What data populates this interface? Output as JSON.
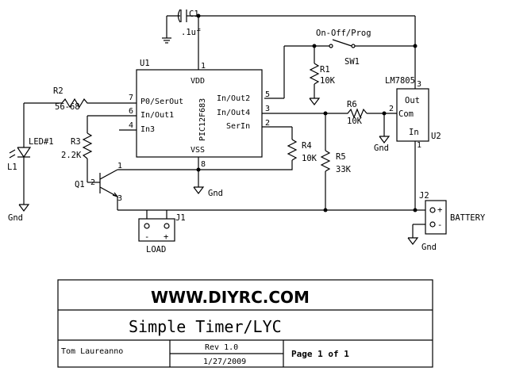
{
  "components": {
    "c1": {
      "ref": "C1",
      "value": ".1uf"
    },
    "u1": {
      "ref": "U1",
      "part": "PIC12F683",
      "pins": {
        "vdd": "VDD",
        "vss": "VSS",
        "p0": "P0/SerOut",
        "io1": "In/Out1",
        "in3": "In3",
        "io2": "In/Out2",
        "io4": "In/Out4",
        "serin": "SerIn"
      },
      "pin_numbers": {
        "p1": "1",
        "p7": "7",
        "p6": "6",
        "p4": "4",
        "p5": "5",
        "p3": "3",
        "p2": "2",
        "p8": "8"
      }
    },
    "r1": {
      "ref": "R1",
      "value": "10K"
    },
    "r2": {
      "ref": "R2",
      "value": "56-68"
    },
    "r3": {
      "ref": "R3",
      "value": "2.2K"
    },
    "r4": {
      "ref": "R4",
      "value": "10K"
    },
    "r5": {
      "ref": "R5",
      "value": "33K"
    },
    "r6": {
      "ref": "R6",
      "value": "10K"
    },
    "sw1": {
      "ref": "SW1",
      "label": "On-Off/Prog"
    },
    "u2": {
      "ref": "U2",
      "part": "LM7805",
      "pins": {
        "out": "Out",
        "com": "Com",
        "in": "In"
      },
      "pin_numbers": {
        "p3": "3",
        "p2": "2",
        "p1": "1"
      }
    },
    "led": {
      "ref": "LED#1",
      "alt": "L1"
    },
    "q1": {
      "ref": "Q1",
      "pin_numbers": {
        "p1": "1",
        "p2": "2",
        "p3": "3"
      }
    },
    "j1": {
      "ref": "J1",
      "label": "LOAD",
      "minus": "-",
      "plus": "+"
    },
    "j2": {
      "ref": "J2",
      "label": "BATTERY",
      "plus": "+",
      "minus": "-"
    },
    "gnd": "Gnd"
  },
  "title_block": {
    "website": "WWW.DIYRC.COM",
    "title": "Simple Timer/LYC",
    "author": "Tom Laureanno",
    "revision": "Rev 1.0",
    "date": "1/27/2009",
    "page": "Page 1 of 1"
  }
}
